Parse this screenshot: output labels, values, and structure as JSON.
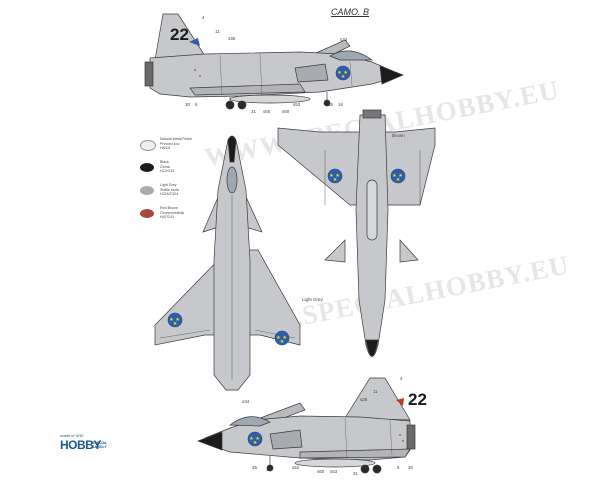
{
  "title": "CAMO. B",
  "tail_number": "22",
  "legend": [
    {
      "name": "Natural Metal Finish",
      "sub1": "Přírodní kov",
      "sub2": "H8/C8",
      "color": "#eeeeee",
      "stroke": "#999999"
    },
    {
      "name": "Black",
      "sub1": "Černá",
      "sub2": "H12/C33",
      "color": "#1c1c1c",
      "stroke": "#000000"
    },
    {
      "name": "Light Grey",
      "sub1": "Světle šedá",
      "sub2": "H324/C324",
      "color": "#a9abb0",
      "stroke": "#888888"
    },
    {
      "name": "Red Brown",
      "sub1": "Červenohnědá",
      "sub2": "H47/C41",
      "color": "#a6483a",
      "stroke": "#7a3026"
    }
  ],
  "callouts": {
    "top": {
      "c4": "4",
      "c11": "11",
      "c38": "s38",
      "c34": "s34",
      "c30": "30",
      "c6": "6",
      "c31": "31",
      "c55": "s55",
      "c60": "s60",
      "c53": "s53",
      "c35": "35",
      "c16": "16"
    },
    "bottom": {
      "c4": "4",
      "c11": "11",
      "c26": "s26",
      "c34": "s34",
      "c35": "35",
      "c16": "16",
      "c52": "s52",
      "c60": "s60",
      "c53": "s53",
      "c31": "31",
      "c5": "5",
      "c30": "30"
    },
    "brown": "Brown",
    "light_grey": "Light Grey"
  },
  "watermark": "WWW.SPECIALHOBBY.EU",
  "logo": {
    "small": "made of SHE",
    "big": "HOBBY",
    "sub1": "SPECIAL",
    "sub2": "SAMOLY"
  },
  "colors": {
    "aircraft": "#c7c8cb",
    "aircraft_dark": "#9fa1a5",
    "outline": "#3a3a3a",
    "roundel_blue": "#2c5fa8",
    "roundel_yellow": "#f2cf2b",
    "marking_red": "#c0392b"
  }
}
